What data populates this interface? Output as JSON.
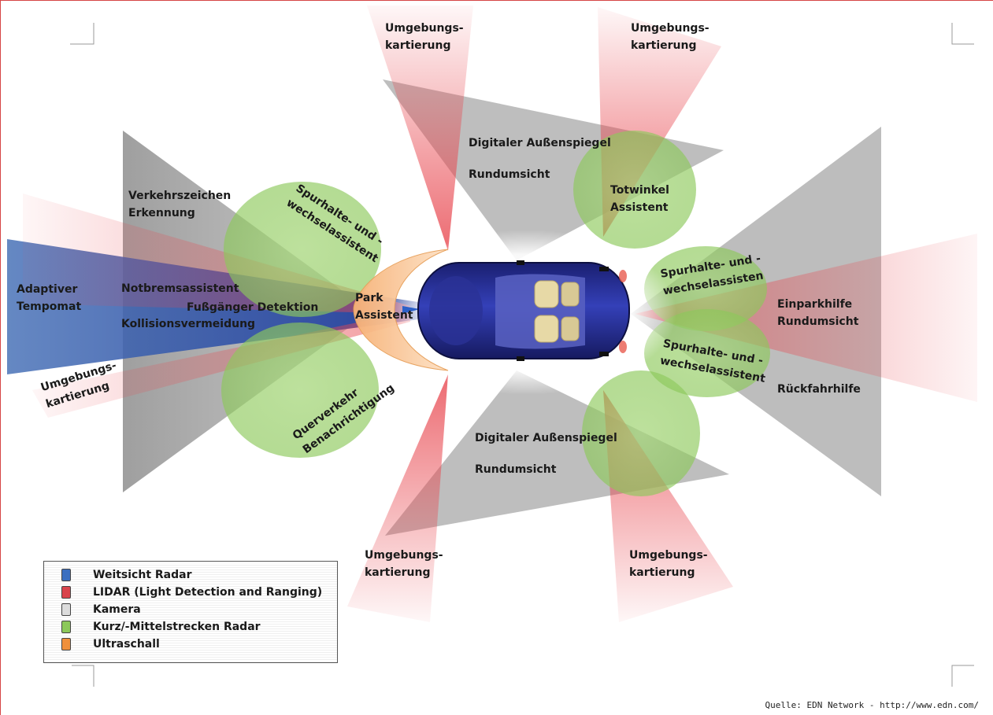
{
  "colors": {
    "radar_long": "#3b5fa8",
    "lidar": "#e8474f",
    "camera": "#b8b8b8",
    "radar_short": "#8cc85a",
    "ultrasound": "#f4a25a",
    "car_body": "#1f2a8a"
  },
  "labels": {
    "umgebung_top_left": [
      "Umgebungs-",
      "kartierung"
    ],
    "umgebung_top_right": [
      "Umgebungs-",
      "kartierung"
    ],
    "digital_mirror_top": "Digitaler Außenspiegel",
    "rundumsicht_top": "Rundumsicht",
    "totwinkel": [
      "Totwinkel",
      "Assistent"
    ],
    "verkehrszeichen": [
      "Verkehrszeichen",
      "Erkennung"
    ],
    "spurhalte_left": [
      "Spurhalte- und -",
      "wechselassistent"
    ],
    "adaptiver": [
      "Adaptiver",
      "Tempomat"
    ],
    "notbrems": "Notbremsassistent",
    "fussgaenger": "Fußgänger Detektion",
    "kollision": "Kollisionsvermeidung",
    "park": [
      "Park",
      "Assistent"
    ],
    "umgebung_left": [
      "Umgebungs-",
      "kartierung"
    ],
    "querverkehr": [
      "Querverkehr",
      "Benachrichtigung"
    ],
    "spurhalte_right_top": [
      "Spurhalte- und -",
      "wechselassisten"
    ],
    "einparkhilfe": [
      "Einparkhilfe",
      "Rundumsicht"
    ],
    "spurhalte_right_bottom": [
      "Spurhalte- und -",
      "wechselassistent"
    ],
    "rueckfahr": "Rückfahrhilfe",
    "digital_mirror_bottom": "Digitaler Außenspiegel",
    "rundumsicht_bottom": "Rundumsicht",
    "umgebung_bottom_left": [
      "Umgebungs-",
      "kartierung"
    ],
    "umgebung_bottom_right": [
      "Umgebungs-",
      "kartierung"
    ]
  },
  "legend": [
    {
      "label": "Weitsicht Radar",
      "color": "#3b6fc0"
    },
    {
      "label": "LIDAR (Light Detection and Ranging)",
      "color": "#d9444c"
    },
    {
      "label": "Kamera",
      "color": "#dcdcdc"
    },
    {
      "label": "Kurz/-Mittelstrecken Radar",
      "color": "#8cc85a"
    },
    {
      "label": "Ultraschall",
      "color": "#f0903c"
    }
  ],
  "source": "Quelle: EDN Network - http://www.edn.com/"
}
